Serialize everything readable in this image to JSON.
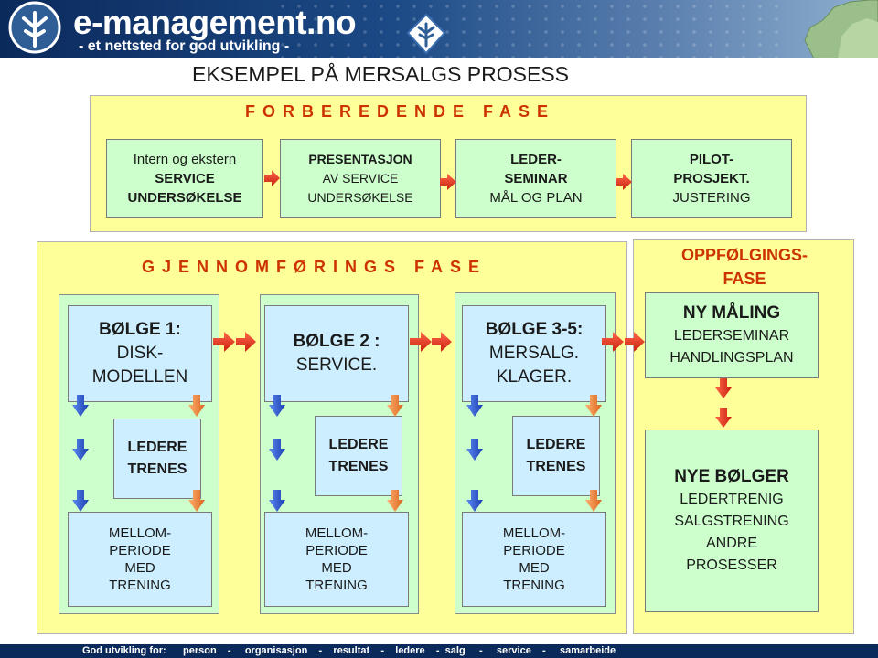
{
  "header": {
    "brand": "e-management.no",
    "tagline": "- et nettsted for god utvikling -"
  },
  "title": "EKSEMPEL PÅ MERSALGS PROSESS",
  "prep_phase": {
    "title": "FORBEREDENDE FASE",
    "steps": [
      {
        "line1": "Intern og ekstern",
        "line2": "SERVICE",
        "line3": "UNDERSØKELSE"
      },
      {
        "line1": "PRESENTASJON",
        "line2": "AV SERVICE",
        "line3": "UNDERSØKELSE"
      },
      {
        "line1": "LEDER-",
        "line2": "SEMINAR",
        "line3": "MÅL OG PLAN"
      },
      {
        "line1": "PILOT-",
        "line2": "PROSJEKT.",
        "line3": "JUSTERING"
      }
    ]
  },
  "impl_phase": {
    "title": "GJENNOMFØRINGS FASE",
    "waves": [
      {
        "head": "BØLGE 1:",
        "l2": "DISK-",
        "l3": "MODELLEN",
        "train1": "LEDERE",
        "train2": "TRENES",
        "m1": "MELLOM-",
        "m2": "PERIODE",
        "m3": "MED",
        "m4": "TRENING"
      },
      {
        "head": "BØLGE 2 :",
        "l2": "SERVICE.",
        "l3": "",
        "train1": "LEDERE",
        "train2": "TRENES",
        "m1": "MELLOM-",
        "m2": "PERIODE",
        "m3": "MED",
        "m4": "TRENING"
      },
      {
        "head": "BØLGE 3-5:",
        "l2": "MERSALG.",
        "l3": "KLAGER.",
        "train1": "LEDERE",
        "train2": "TRENES",
        "m1": "MELLOM-",
        "m2": "PERIODE",
        "m3": "MED",
        "m4": "TRENING"
      }
    ]
  },
  "follow_phase": {
    "title1": "OPPFØLGINGS-",
    "title2": "FASE",
    "box1": {
      "head": "NY MÅLING",
      "l2": "LEDERSEMINAR",
      "l3": "HANDLINGSPLAN"
    },
    "box2": {
      "head": "NYE BØLGER",
      "l2": "LEDERTRENIG",
      "l3": "SALGSTRENING",
      "l4": "ANDRE",
      "l5": "PROSESSER"
    }
  },
  "footer": "God utvikling for:      person    -     organisasjon    -    resultat    -    ledere    -  salg     -     service    -     samarbeide",
  "colors": {
    "header_blue": "#0b2a5c",
    "panel_yellow": "#ffff99",
    "box_green": "#ccffcc",
    "box_blue": "#cceeff",
    "phase_title_red": "#cc3300",
    "arrow_red": "#e8321e",
    "arrow_blue": "#2a5bd7",
    "arrow_orange": "#f08a3c"
  }
}
